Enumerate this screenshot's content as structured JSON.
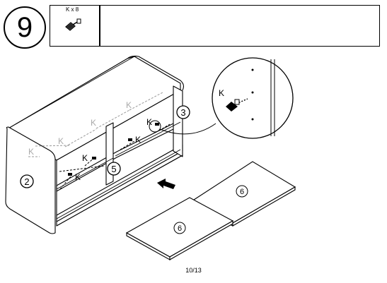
{
  "step": {
    "number": "9"
  },
  "parts_table": {
    "quantity_label": "K x 8",
    "part_icon": "cam-lock-fitting-icon"
  },
  "labels": {
    "fitting": "K",
    "panel_side": "2",
    "panel_back": "3",
    "panel_divider": "5",
    "panel_door": "6"
  },
  "footer": {
    "page": "10/13"
  }
}
